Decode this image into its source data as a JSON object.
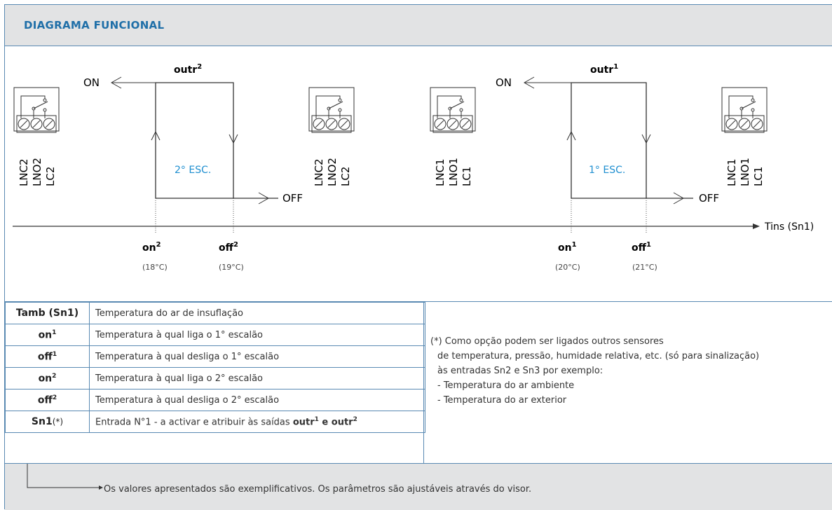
{
  "header": {
    "title": "DIAGRAMA FUNCIONAL"
  },
  "diagram": {
    "left": {
      "relay_left_labels": [
        "LNC2",
        "LNO2",
        "LC2"
      ],
      "relay_right_labels": [
        "LNC2",
        "LNO2",
        "LC2"
      ],
      "on_label": "ON",
      "off_label": "OFF",
      "output_label": "outr",
      "output_sup": "2",
      "stage_label": "2° ESC.",
      "on_point": "on",
      "on_point_sup": "2",
      "on_temp": "(18°C)",
      "off_point": "off",
      "off_point_sup": "2",
      "off_temp": "(19°C)"
    },
    "right": {
      "relay_left_labels": [
        "LNC1",
        "LNO1",
        "LC1"
      ],
      "relay_right_labels": [
        "LNC1",
        "LNO1",
        "LC1"
      ],
      "on_label": "ON",
      "off_label": "OFF",
      "output_label": "outr",
      "output_sup": "1",
      "stage_label": "1° ESC.",
      "on_point": "on",
      "on_point_sup": "1",
      "on_temp": "(20°C)",
      "off_point": "off",
      "off_point_sup": "1",
      "off_temp": "(21°C)"
    },
    "axis_label": "Tins (Sn1)",
    "accent_color": "#1f8fd0"
  },
  "legend": [
    {
      "symbol": "Tamb (Sn1)",
      "sup": "",
      "suffix": "",
      "description": "Temperatura do ar de insuflação"
    },
    {
      "symbol": "on",
      "sup": "1",
      "suffix": "",
      "description": "Temperatura à qual liga o 1° escalão"
    },
    {
      "symbol": "off",
      "sup": "1",
      "suffix": "",
      "description": "Temperatura à qual desliga  o 1° escalão"
    },
    {
      "symbol": "on",
      "sup": "2",
      "suffix": "",
      "description": "Temperatura à qual liga o 2° escalão"
    },
    {
      "symbol": "off",
      "sup": "2",
      "suffix": "",
      "description": "Temperatura à qual desliga o 2° escalão"
    },
    {
      "symbol": "Sn1",
      "sup": "",
      "suffix": "(*)",
      "description": "Entrada N°1 - a activar e atribuir às saídas ",
      "desc_bold_1": "outr",
      "desc_sup_1": "1",
      "desc_bold_mid": " e ",
      "desc_bold_2": "outr",
      "desc_sup_2": "2"
    }
  ],
  "notes": [
    "(*) Como opção podem ser ligados outros sensores",
    "de temperatura, pressão, humidade relativa, etc. (só para sinalização)",
    "às entradas Sn2 e Sn3 por exemplo:",
    "- Temperatura do ar ambiente",
    "- Temperatura do ar exterior"
  ],
  "footer": {
    "text": "Os valores apresentados são exemplificativos. Os parâmetros são ajustáveis através do visor."
  }
}
